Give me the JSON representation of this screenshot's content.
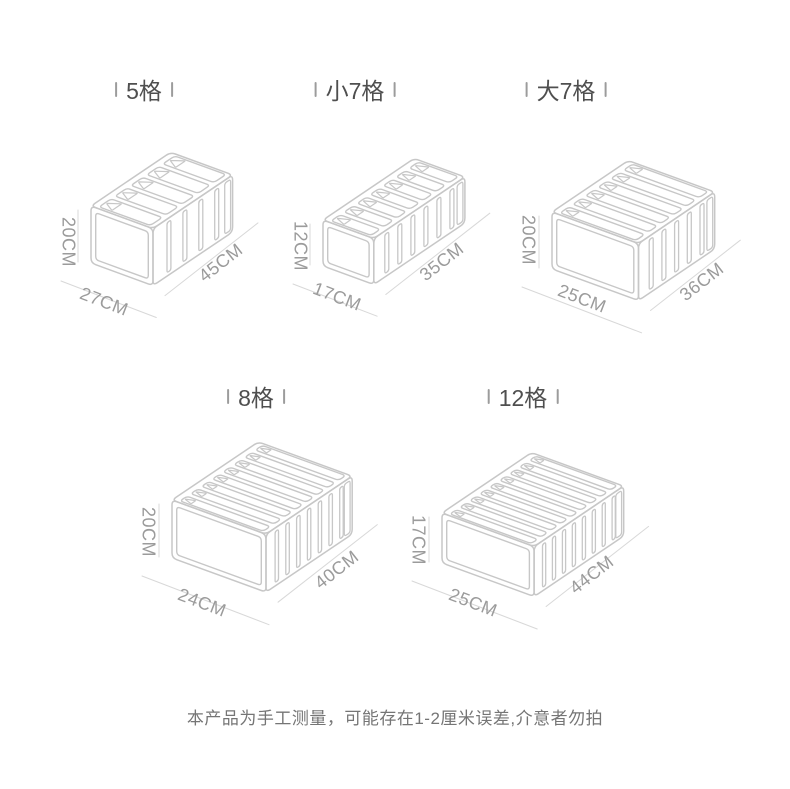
{
  "page": {
    "background": "#ffffff",
    "line_color": "#c7c7c7",
    "dim_line_color": "#d8d8d8",
    "dim_text_color": "#9b9b9b",
    "title_text_color": "#4f4f4f",
    "title_bar_color": "#9c9c9c"
  },
  "boxes": [
    {
      "label": "5格",
      "slots_drawn": 5,
      "height": "20CM",
      "width": "27CM",
      "length": "45CM"
    },
    {
      "label": "小7格",
      "slots_drawn": 7,
      "height": "12CM",
      "width": "17CM",
      "length": "35CM"
    },
    {
      "label": "大7格",
      "slots_drawn": 6,
      "height": "20CM",
      "width": "25CM",
      "length": "36CM"
    },
    {
      "label": "8格",
      "slots_drawn": 8,
      "height": "20CM",
      "width": "24CM",
      "length": "40CM"
    },
    {
      "label": "12格",
      "slots_drawn": 9,
      "height": "17CM",
      "width": "25CM",
      "length": "44CM"
    }
  ],
  "disclaimer": "本产品为手工测量，可能存在1-2厘米误差,介意者勿拍"
}
